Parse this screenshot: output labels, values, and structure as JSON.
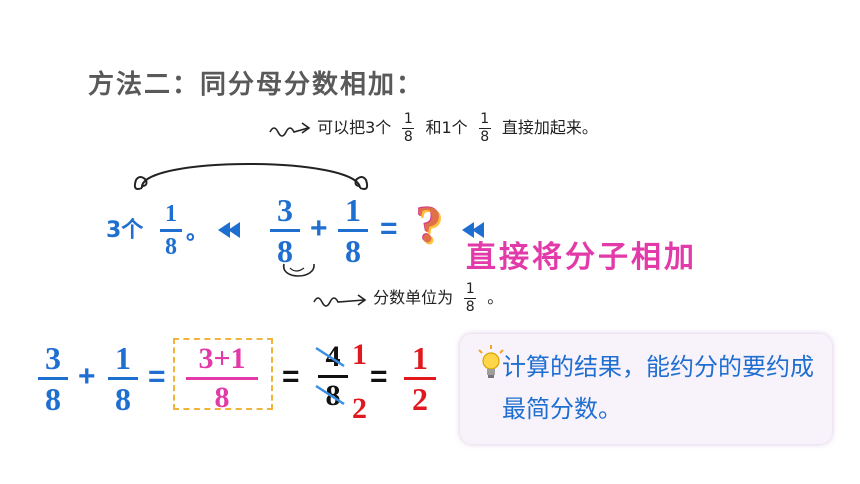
{
  "title": "方法二：同分母分数相加：",
  "note_top": {
    "text_a": "可以把3个",
    "frac1": {
      "num": "1",
      "den": "8"
    },
    "text_b": "和1个",
    "frac2": {
      "num": "1",
      "den": "8"
    },
    "text_c": "直接加起来。"
  },
  "row1": {
    "count_text": "3个",
    "unit_frac": {
      "num": "1",
      "den": "8"
    },
    "period": "。",
    "frac_a": {
      "num": "3",
      "den": "8"
    },
    "plus": "+",
    "frac_b": {
      "num": "1",
      "den": "8"
    },
    "equals": "=",
    "question": "?",
    "hint": "直接将分子相加"
  },
  "note_bottom": {
    "text": "分数单位为",
    "frac": {
      "num": "1",
      "den": "8"
    },
    "period": "。"
  },
  "row2": {
    "frac_a": {
      "num": "3",
      "den": "8"
    },
    "plus": "+",
    "frac_b": {
      "num": "1",
      "den": "8"
    },
    "eq1": "=",
    "boxed": {
      "num": "3+1",
      "den": "8"
    },
    "eq2": "=",
    "step": {
      "num": "4",
      "den": "8"
    },
    "reduced_num": "1",
    "reduced_den": "2",
    "eq3": "=",
    "result": {
      "num": "1",
      "den": "2"
    }
  },
  "tip": {
    "text": "计算的结果，能约分的要约成最简分数。"
  },
  "colors": {
    "blue": "#1f6fd1",
    "pink": "#e23aa8",
    "red": "#e0191e",
    "gray_title": "#595959",
    "dash_box": "#f0b43c",
    "tip_bg": "#f8f2fb"
  }
}
